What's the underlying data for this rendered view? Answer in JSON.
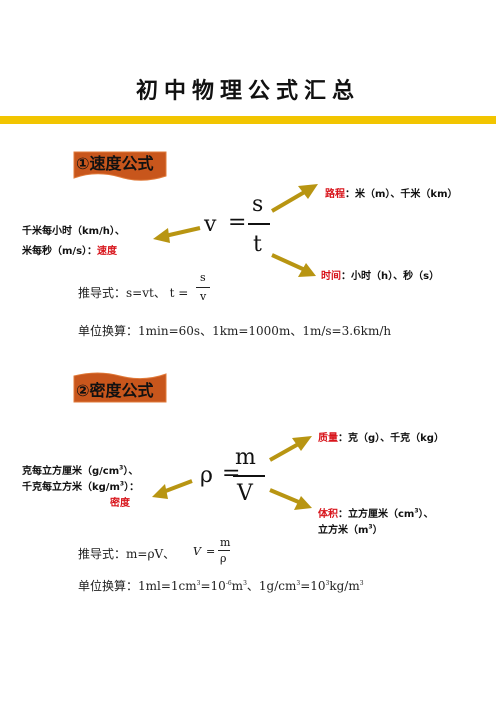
{
  "title": "初中物理公式汇总",
  "colors": {
    "accent": "#f2c500",
    "tag_fill": "#c8561c",
    "arrow": "#b89512",
    "label_red": "#d8141b"
  },
  "speed": {
    "tag": "①速度公式",
    "formula": {
      "lhs": "v",
      "eq": "=",
      "num": "s",
      "den": "t"
    },
    "left": {
      "line1": "千米每小时（km/h）、",
      "line2_prefix": "米每秒（m/s）：",
      "line2_name": "速度"
    },
    "distance": {
      "name": "路程",
      "units": "：米（m）、千米（km）"
    },
    "time": {
      "name": "时间",
      "units": "：小时（h）、秒（s）"
    },
    "derivation": {
      "prefix": "推导式：",
      "expr": "s=vt、 t =",
      "num": "s",
      "den": "v"
    },
    "conversion": "单位换算：1min=60s、1km=1000m、1m/s=3.6km/h"
  },
  "density": {
    "tag": "②密度公式",
    "formula": {
      "lhs": "ρ",
      "eq": "=",
      "num": "m",
      "den": "V"
    },
    "left": {
      "line1_a": "克每立方厘米（g/cm",
      "line1_sup": "3",
      "line1_b": "）、",
      "line2_a": "千克每立方米（kg/m",
      "line2_sup": "3",
      "line2_b": "）：",
      "name": "密度"
    },
    "mass": {
      "name": "质量",
      "units": "：克（g）、千克（kg）"
    },
    "volume": {
      "name": "体积",
      "units_a": "：立方厘米（cm",
      "units_sup": "3",
      "units_b": "）、",
      "line2_a": "立方米（m",
      "line2_sup": "3",
      "line2_b": "）"
    },
    "derivation": {
      "prefix": "推导式：",
      "expr": "m=ρV、",
      "lhs": "V",
      "eq": "=",
      "num": "m",
      "den": "ρ"
    },
    "conversion": {
      "a": "单位换算：1ml=1cm",
      "s1": "3",
      "b": "=10",
      "s2": "-6",
      "c": "m",
      "s3": "3",
      "d": "、1g/cm",
      "s4": "3",
      "e": "=10",
      "s5": "3",
      "f": "kg/m",
      "s6": "3"
    }
  }
}
